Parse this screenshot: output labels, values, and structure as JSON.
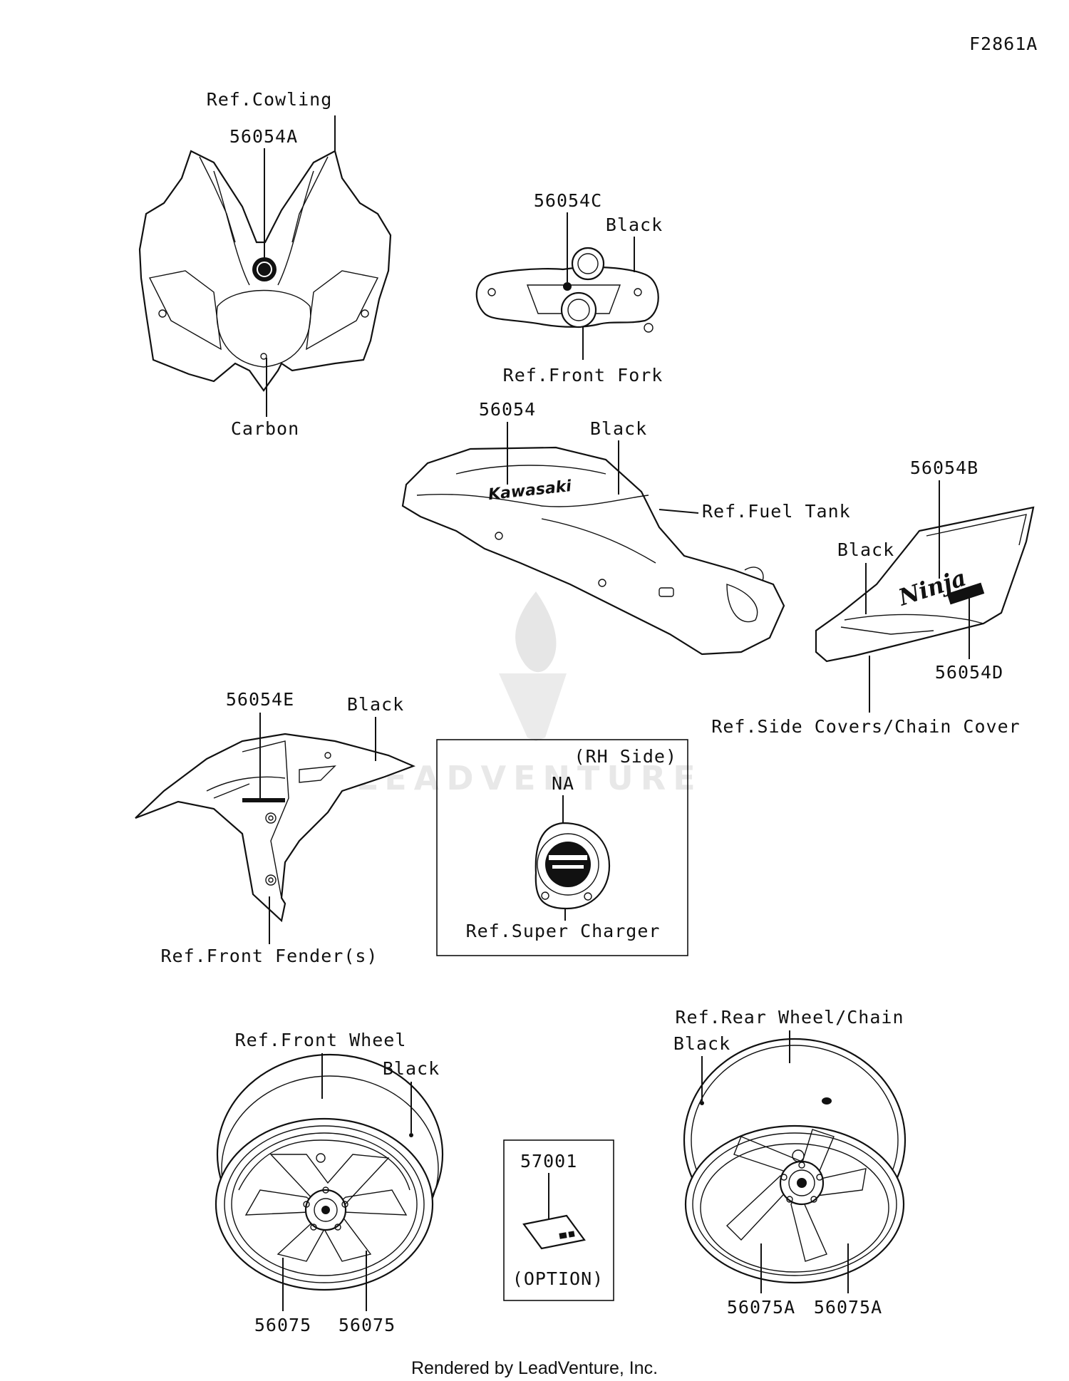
{
  "diagram": {
    "id": "F2861A",
    "watermark": "LEADVENTURE",
    "footer": "Rendered by LeadVenture, Inc.",
    "labels": {
      "ref_cowling": "Ref.Cowling",
      "p56054A": "56054A",
      "carbon": "Carbon",
      "p56054C": "56054C",
      "black_fork": "Black",
      "ref_front_fork": "Ref.Front Fork",
      "p56054": "56054",
      "black_tank": "Black",
      "ref_fuel_tank": "Ref.Fuel Tank",
      "p56054B": "56054B",
      "black_side": "Black",
      "p56054D": "56054D",
      "ref_side_covers": "Ref.Side Covers/Chain Cover",
      "p56054E": "56054E",
      "black_fender": "Black",
      "ref_front_fender": "Ref.Front Fender(s)",
      "rh_side": "(RH Side)",
      "na": "NA",
      "ref_super_charger": "Ref.Super Charger",
      "ref_front_wheel": "Ref.Front Wheel",
      "black_front_wheel": "Black",
      "p56075_left": "56075",
      "p56075_right": "56075",
      "p57001": "57001",
      "option": "(OPTION)",
      "ref_rear_wheel": "Ref.Rear Wheel/Chain",
      "black_rear_wheel": "Black",
      "p56075A_left": "56075A",
      "p56075A_right": "56075A",
      "kawasaki_logo": "Kawasaki",
      "ninja_logo": "Ninja"
    }
  }
}
